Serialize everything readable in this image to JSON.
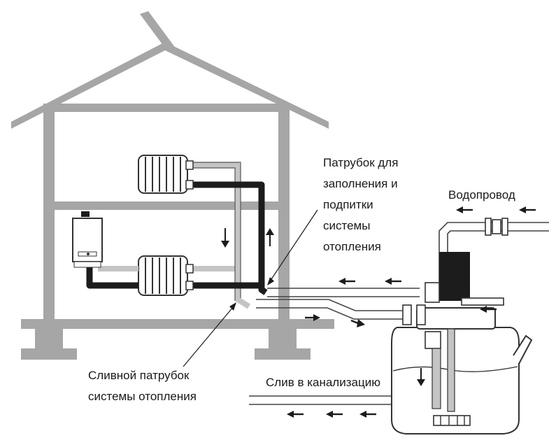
{
  "labels": {
    "fill_valve": [
      "Патрубок для",
      "заполнения и",
      "подпитки",
      "системы",
      "отопления"
    ],
    "water_supply": "Водопровод",
    "drain_valve": [
      "Сливной патрубок",
      "системы отопления"
    ],
    "sewer_drain": "Слив в канализацию"
  },
  "colors": {
    "house": "#a6a6a6",
    "pipe_dark": "#1c1c1c",
    "pipe_light": "#c4c4c4",
    "outline": "#333333",
    "text": "#1a1a1a"
  }
}
